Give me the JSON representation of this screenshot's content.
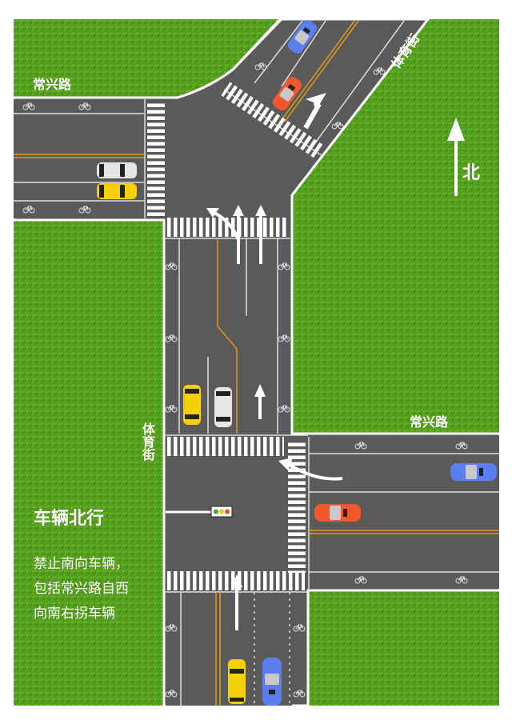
{
  "diagram": {
    "type": "intersection-traffic-diagram",
    "colors": {
      "grass": "#4f9a1c",
      "grass_light": "#6cb82a",
      "asphalt": "#5a5a5a",
      "lane_line": "#e8e8e8",
      "center_line": "#e09a1a",
      "crosswalk": "#ffffff",
      "car_yellow": "#f5d000",
      "car_white": "#e6e6e6",
      "car_red": "#f0572a",
      "car_blue": "#5b7ff0",
      "signal_green": "#2fa84a",
      "signal_yellow": "#f2c81e",
      "signal_red": "#e0552a"
    }
  },
  "road_labels": {
    "west_road": "常兴路",
    "east_road": "常兴路",
    "northeast_street": "体育街",
    "south_street": "体育街"
  },
  "compass": {
    "label": "北",
    "icon": "north-arrow-icon"
  },
  "info_panel": {
    "title": "车辆北行",
    "body": "禁止南向车辆，\n包括常兴路自西\n向南右拐车辆"
  },
  "traffic_signal": {
    "lights": [
      "green",
      "yellow",
      "red"
    ]
  },
  "vehicles": [
    {
      "id": "car-ne-blue",
      "color": "blue",
      "location": "northeast street, southbound"
    },
    {
      "id": "car-ne-red",
      "color": "red",
      "location": "northeast street, southbound"
    },
    {
      "id": "car-w-white",
      "color": "white",
      "location": "west 常兴路, eastbound"
    },
    {
      "id": "car-w-yellow",
      "color": "yellow",
      "location": "west 常兴路, eastbound"
    },
    {
      "id": "car-mid-yellow",
      "color": "yellow",
      "location": "middle 体育街, northbound"
    },
    {
      "id": "car-mid-white",
      "color": "white",
      "location": "middle 体育街, northbound"
    },
    {
      "id": "car-e-blue",
      "color": "blue",
      "location": "east 常兴路, westbound"
    },
    {
      "id": "car-e-red",
      "color": "red",
      "location": "east 常兴路, westbound"
    },
    {
      "id": "car-s-yellow",
      "color": "yellow",
      "location": "south 体育街, northbound"
    },
    {
      "id": "car-s-blue",
      "color": "blue",
      "location": "south 体育街, northbound"
    }
  ]
}
